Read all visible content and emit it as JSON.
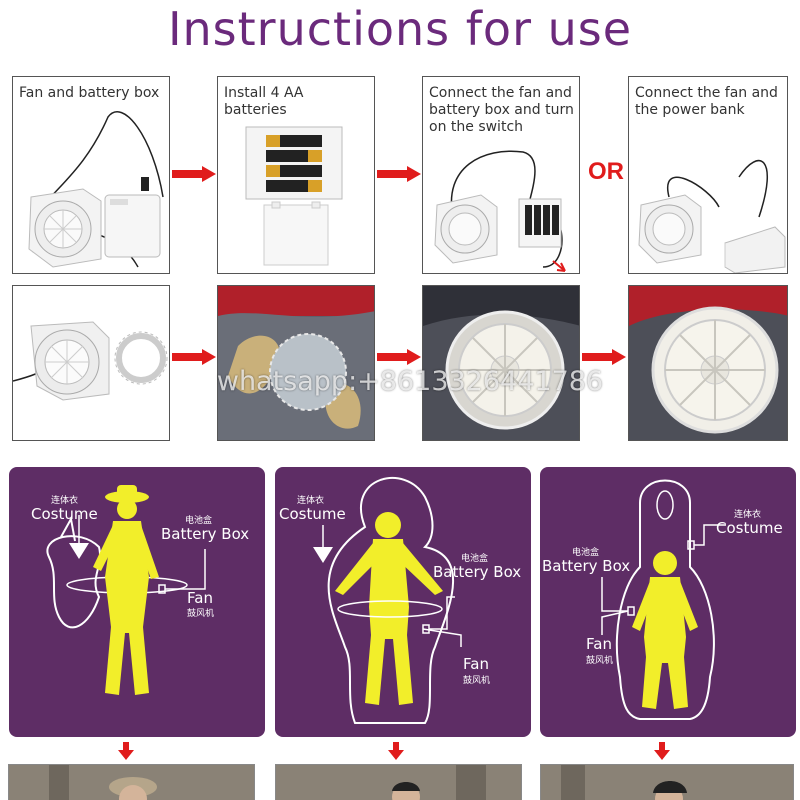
{
  "title": "Instructions for use",
  "steps": [
    {
      "caption": "Fan and battery box"
    },
    {
      "caption": "Install 4 AA batteries"
    },
    {
      "caption": "Connect the fan and battery box and turn on the switch"
    },
    {
      "caption": "Connect the fan and the power bank"
    }
  ],
  "or_label": "OR",
  "watermark": "whatsapp:+8613326441786",
  "cards": [
    {
      "costume_cn": "连体衣",
      "costume_en": "Costume",
      "battery_cn": "电池盒",
      "battery_en": "Battery Box",
      "fan_en": "Fan",
      "fan_cn": "鼓风机"
    },
    {
      "costume_cn": "连体衣",
      "costume_en": "Costume",
      "battery_cn": "电池盒",
      "battery_en": "Battery Box",
      "fan_en": "Fan",
      "fan_cn": "鼓风机"
    },
    {
      "costume_cn": "连体衣",
      "costume_en": "Costume",
      "battery_cn": "电池盒",
      "battery_en": "Battery Box",
      "fan_en": "Fan",
      "fan_cn": "鼓风机"
    }
  ],
  "colors": {
    "title": "#6b2a7c",
    "arrow": "#e01c1c",
    "card_bg": "#5e2d65",
    "figure": "#f2ee2a"
  }
}
